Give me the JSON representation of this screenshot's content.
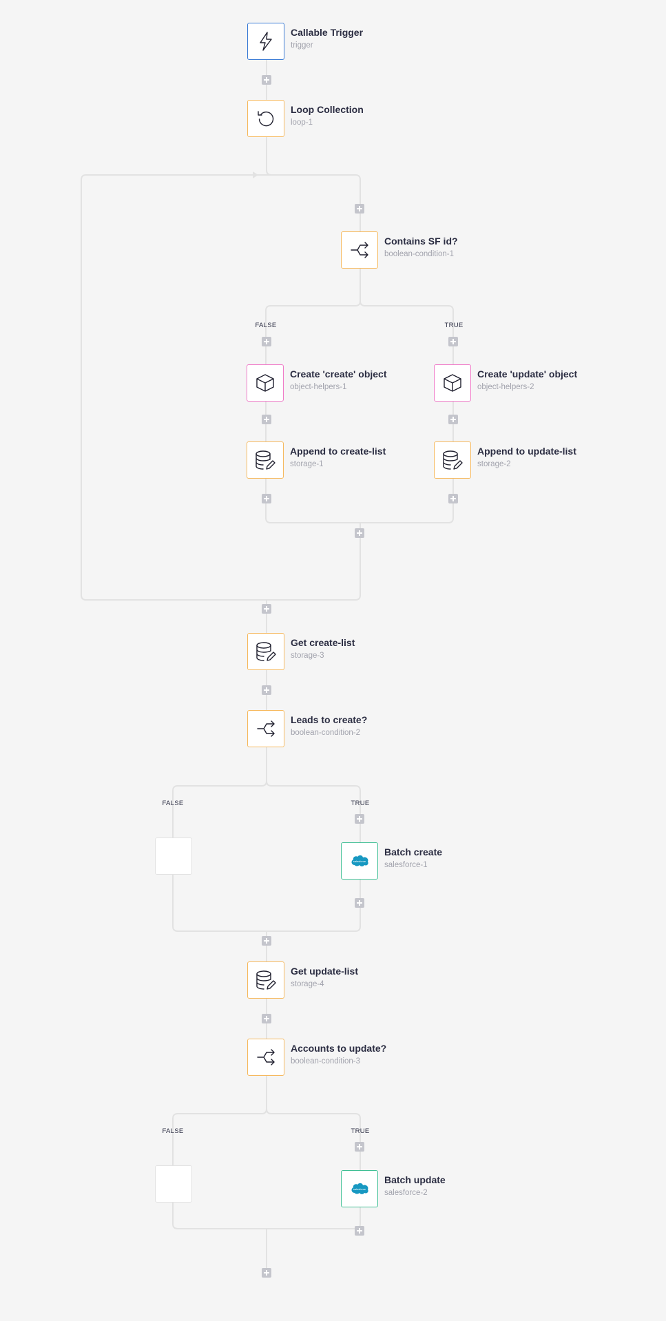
{
  "colors": {
    "background": "#f5f5f5",
    "wire": "#e2e2e2",
    "trigger_border": "#3a7bd5",
    "step_border": "#f6b95e",
    "object_border": "#f07ac8",
    "salesforce_border": "#3fbf94",
    "plus_button": "#c4c5cc"
  },
  "nodes": [
    {
      "kind": "trigger",
      "icon": "lightning-icon",
      "title": "Callable Trigger",
      "subtitle": "trigger"
    },
    {
      "kind": "step",
      "icon": "loop-icon",
      "title": "Loop Collection",
      "subtitle": "loop-1"
    },
    {
      "kind": "step",
      "icon": "branch-icon",
      "title": "Contains SF id?",
      "subtitle": "boolean-condition-1"
    },
    {
      "kind": "object",
      "icon": "cube-icon",
      "title": "Create 'create' object",
      "subtitle": "object-helpers-1"
    },
    {
      "kind": "object",
      "icon": "cube-icon",
      "title": "Create 'update' object",
      "subtitle": "object-helpers-2"
    },
    {
      "kind": "step",
      "icon": "database-edit-icon",
      "title": "Append to create-list",
      "subtitle": "storage-1"
    },
    {
      "kind": "step",
      "icon": "database-edit-icon",
      "title": "Append to update-list",
      "subtitle": "storage-2"
    },
    {
      "kind": "step",
      "icon": "database-edit-icon",
      "title": "Get create-list",
      "subtitle": "storage-3"
    },
    {
      "kind": "step",
      "icon": "branch-icon",
      "title": "Leads to create?",
      "subtitle": "boolean-condition-2"
    },
    {
      "kind": "salesforce",
      "icon": "salesforce-icon",
      "title": "Batch create",
      "subtitle": "salesforce-1"
    },
    {
      "kind": "step",
      "icon": "database-edit-icon",
      "title": "Get update-list",
      "subtitle": "storage-4"
    },
    {
      "kind": "step",
      "icon": "branch-icon",
      "title": "Accounts to update?",
      "subtitle": "boolean-condition-3"
    },
    {
      "kind": "salesforce",
      "icon": "salesforce-icon",
      "title": "Batch update",
      "subtitle": "salesforce-2"
    }
  ],
  "branch_labels": [
    "FALSE",
    "TRUE",
    "FALSE",
    "TRUE",
    "FALSE",
    "TRUE"
  ],
  "salesforce_logo_text": "salesforce"
}
